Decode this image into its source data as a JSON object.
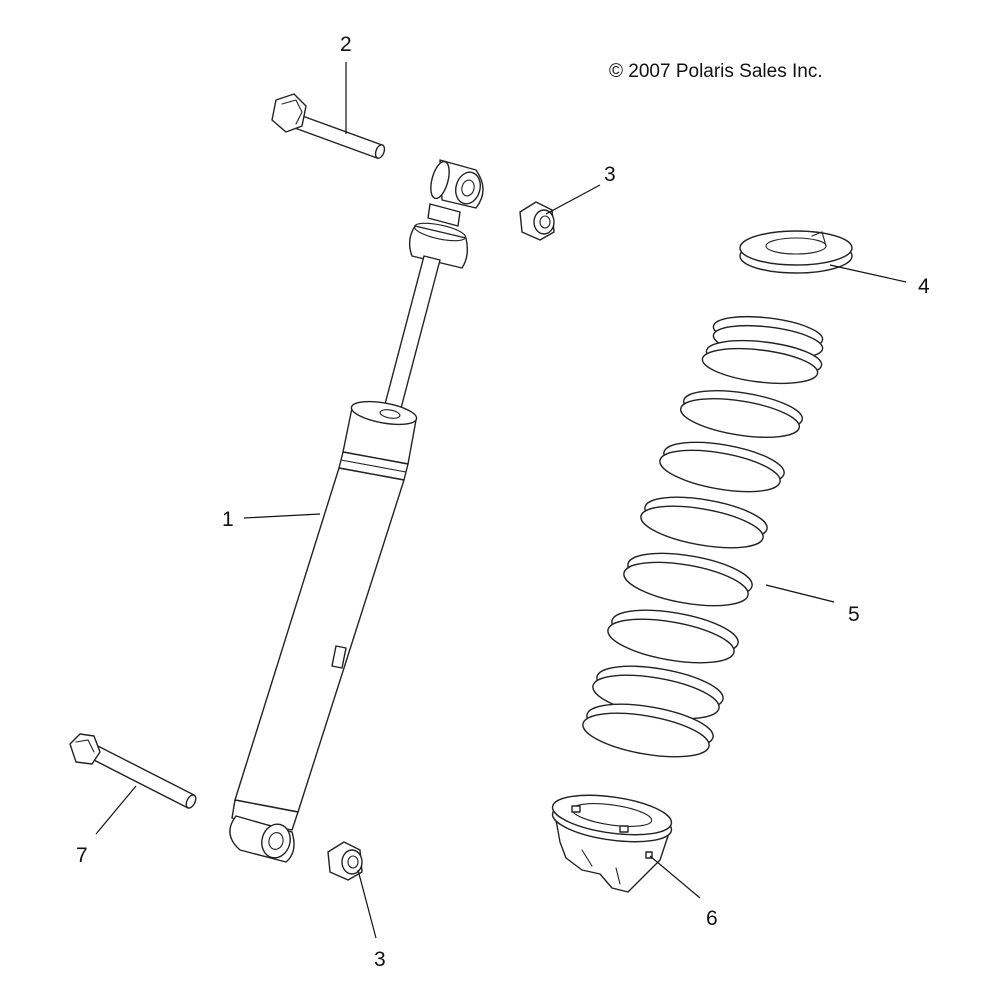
{
  "copyright": "© 2007 Polaris Sales Inc.",
  "callouts": {
    "shock": "1",
    "upper_bolt": "2",
    "upper_nut": "3",
    "lower_nut": "3",
    "upper_spring_retainer": "4",
    "spring": "5",
    "lower_spring_seat": "6",
    "lower_bolt": "7"
  }
}
